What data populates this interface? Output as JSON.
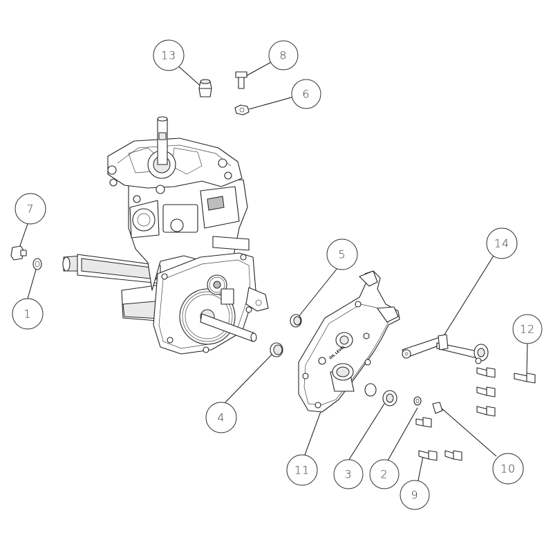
{
  "callouts": [
    {
      "id": "13",
      "label": "13"
    },
    {
      "id": "8",
      "label": "8"
    },
    {
      "id": "6",
      "label": "6"
    },
    {
      "id": "7",
      "label": "7"
    },
    {
      "id": "1",
      "label": "1"
    },
    {
      "id": "5",
      "label": "5"
    },
    {
      "id": "14",
      "label": "14"
    },
    {
      "id": "12",
      "label": "12"
    },
    {
      "id": "4",
      "label": "4"
    },
    {
      "id": "11",
      "label": "11"
    },
    {
      "id": "3",
      "label": "3"
    },
    {
      "id": "2",
      "label": "2"
    },
    {
      "id": "10",
      "label": "10"
    },
    {
      "id": "9",
      "label": "9"
    }
  ],
  "cover_stamp": "OIL LEVEL"
}
